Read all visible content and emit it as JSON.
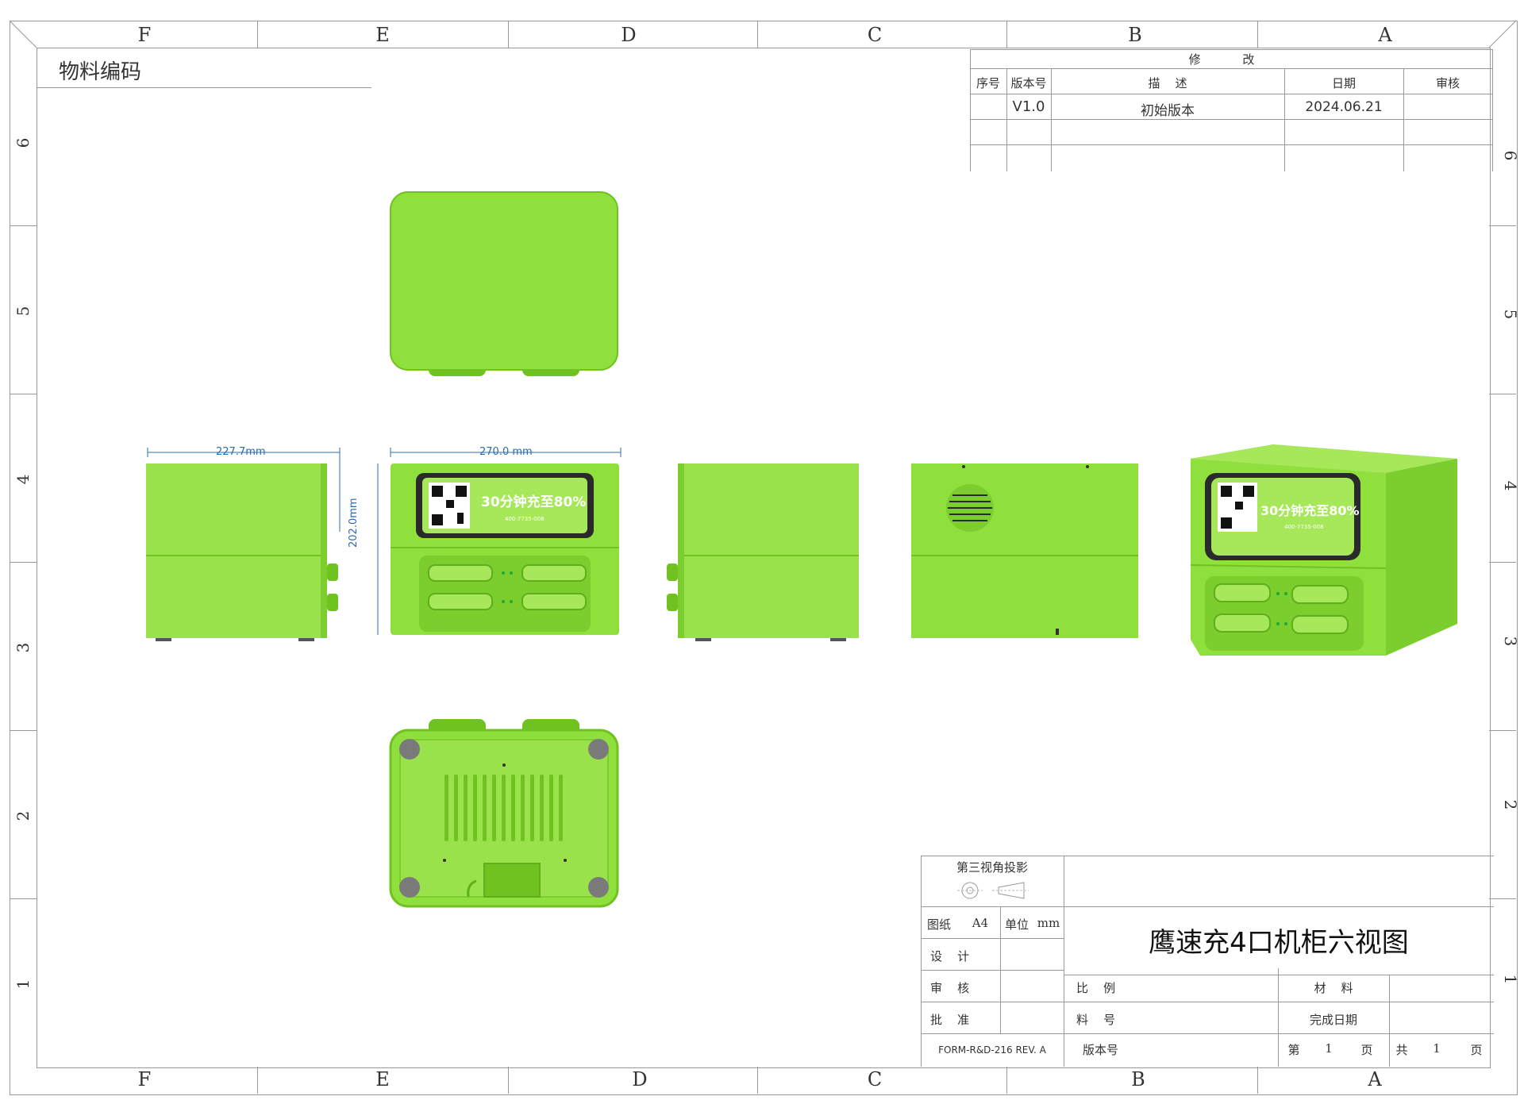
{
  "frame": {
    "columns": [
      "F",
      "E",
      "D",
      "C",
      "B",
      "A"
    ],
    "rows": [
      "6",
      "5",
      "4",
      "3",
      "2",
      "1"
    ]
  },
  "material_code_label": "物料编码",
  "revision_table": {
    "title": "修  改",
    "headers": [
      "序号",
      "版本号",
      "描    述",
      "日期",
      "审核"
    ],
    "rows": [
      {
        "seq": "",
        "version": "V1.0",
        "description": "初始版本",
        "date": "2024.06.21",
        "reviewer": ""
      }
    ]
  },
  "projection": {
    "label": "第三视角投影",
    "icon": "third-angle-projection-symbol"
  },
  "title_block": {
    "paper_label": "图纸",
    "paper_value": "A4",
    "unit_label": "单位",
    "unit_value": "mm",
    "drawing_title": "鹰速充4口机柜六视图",
    "design_label": "设    计",
    "review_label": "审    核",
    "approve_label": "批    准",
    "scale_label": "比    例",
    "part_no_label": "料    号",
    "version_label": "版本号",
    "material_label": "材    料",
    "finish_date_label": "完成日期",
    "form_code": "FORM-R&D-216 REV. A",
    "page_prefix": "第",
    "page_no": "1",
    "page_suffix": "页",
    "total_prefix": "共",
    "total_no": "1",
    "total_suffix": "页"
  },
  "dimensions": {
    "depth": "227.7mm",
    "width": "270.0 mm",
    "height": "202.0mm"
  },
  "screen": {
    "headline": "30分钟充至80%",
    "hotline": "400-7735-008"
  },
  "colors": {
    "body_green": "#8fe03c",
    "body_green_dark": "#6fc21f",
    "dim_blue": "#2b6cb0",
    "frame_gray": "#999999",
    "screen_dark": "#2a2a2a"
  }
}
